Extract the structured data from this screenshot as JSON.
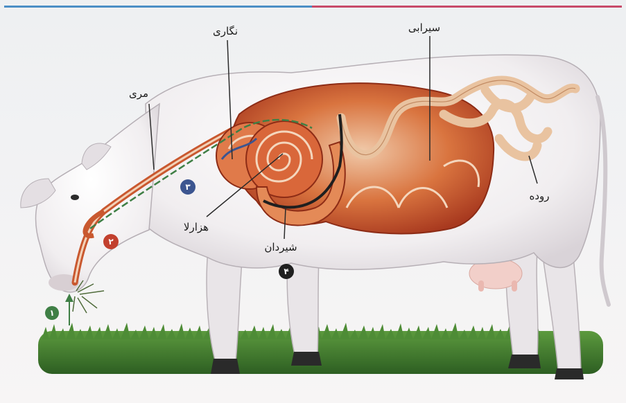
{
  "labels": {
    "esophagus": "مری",
    "reticulum": "نگاری",
    "rumen": "سیرابی",
    "omasum": "هزارلا",
    "abomasum": "شیردان",
    "intestine": "روده"
  },
  "steps": [
    "۱",
    "۲",
    "۳",
    "۴"
  ],
  "colors": {
    "step1": "#3f7f45",
    "step2": "#c2402e",
    "step3": "#3c5590",
    "step4": "#1f1f1f",
    "organ": "#c9582f",
    "intestine": "#e9c3a0",
    "grass": "#3d7a2e"
  }
}
